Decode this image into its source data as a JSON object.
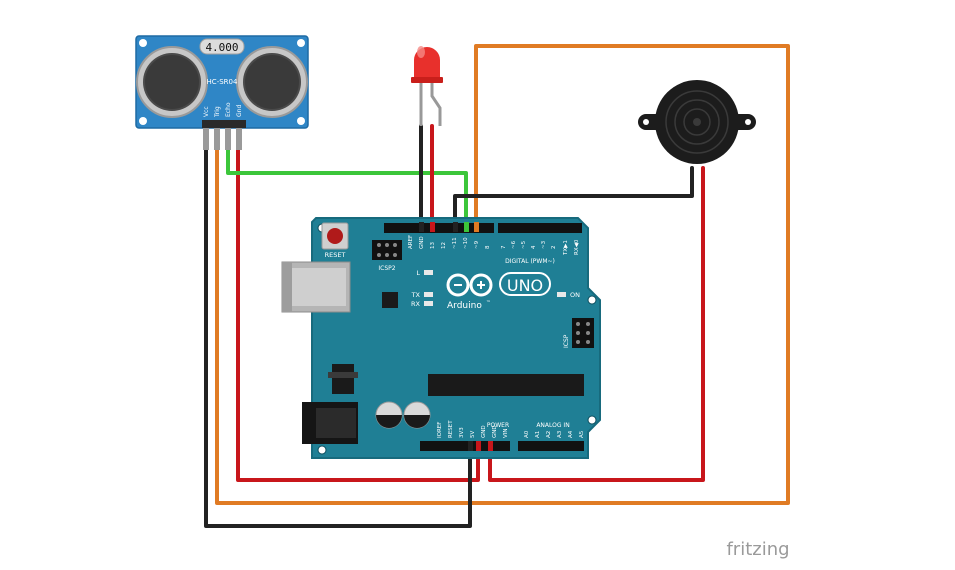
{
  "sensor": {
    "display_value": "4.000",
    "model_label": "HC-SR04",
    "pin_labels": [
      "Vcc",
      "Trig",
      "Echo",
      "Gnd"
    ]
  },
  "board": {
    "reset_label": "RESET",
    "icsp2_label": "ICSP2",
    "icsp_label": "ICSP",
    "led_l_label": "L",
    "led_tx_label": "TX",
    "led_rx_label": "RX",
    "on_label": "ON",
    "brand_label": "Arduino",
    "trademark": "™",
    "model_label": "UNO",
    "digital_label": "DIGITAL (PWM~)",
    "digital_pins_left": [
      "AREF",
      "GND",
      "13",
      "12",
      "~11",
      "~10",
      "~9",
      "8"
    ],
    "digital_pins_right": [
      "7",
      "~6",
      "~5",
      "4",
      "~3",
      "2",
      "TX▶1",
      "RX◀0"
    ],
    "power_label": "POWER",
    "power_pins": [
      "IOREF",
      "RESET",
      "3V3",
      "5V",
      "GND",
      "GND",
      "VIN"
    ],
    "analog_label": "ANALOG IN",
    "analog_pins": [
      "A0",
      "A1",
      "A2",
      "A3",
      "A4",
      "A5"
    ]
  },
  "watermark": "fritzing",
  "colors": {
    "board": "#1f7f95",
    "board_edge": "#176a7d",
    "sensor": "#2f86c6",
    "wire_black": "#222222",
    "wire_red": "#c8161b",
    "wire_green": "#3cc63a",
    "wire_orange": "#e07b24",
    "led": "#e8302c",
    "buzzer": "#1c1c1c"
  }
}
